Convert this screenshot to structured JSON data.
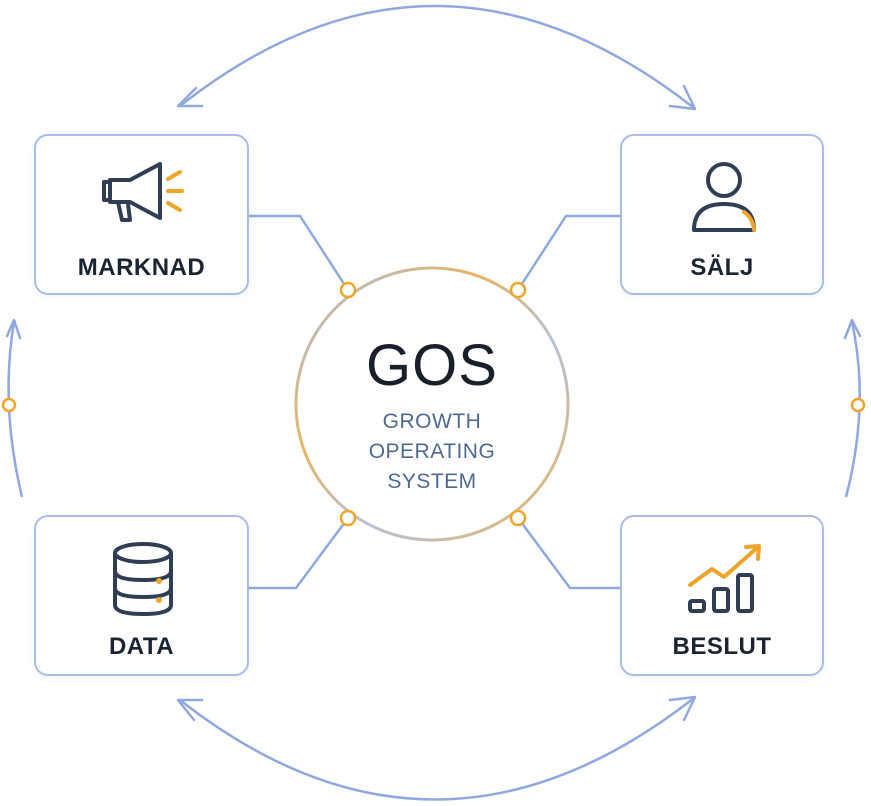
{
  "hub": {
    "title": "GOS",
    "subtitle_lines": [
      "GROWTH",
      "OPERATING",
      "SYSTEM"
    ]
  },
  "nodes": {
    "marknad": {
      "label": "MARKNAD",
      "icon": "megaphone-icon"
    },
    "salj": {
      "label": "SÄLJ",
      "icon": "person-icon"
    },
    "data": {
      "label": "DATA",
      "icon": "database-icon"
    },
    "beslut": {
      "label": "BESLUT",
      "icon": "bar-chart-trend-icon"
    }
  },
  "colors": {
    "line": "#8fa9e0",
    "box_border": "#a9bde8",
    "accent_orange": "#f0a52a",
    "icon_dark": "#2f3d55",
    "text_dark": "#1b2433",
    "subtitle": "#4f6a90"
  }
}
